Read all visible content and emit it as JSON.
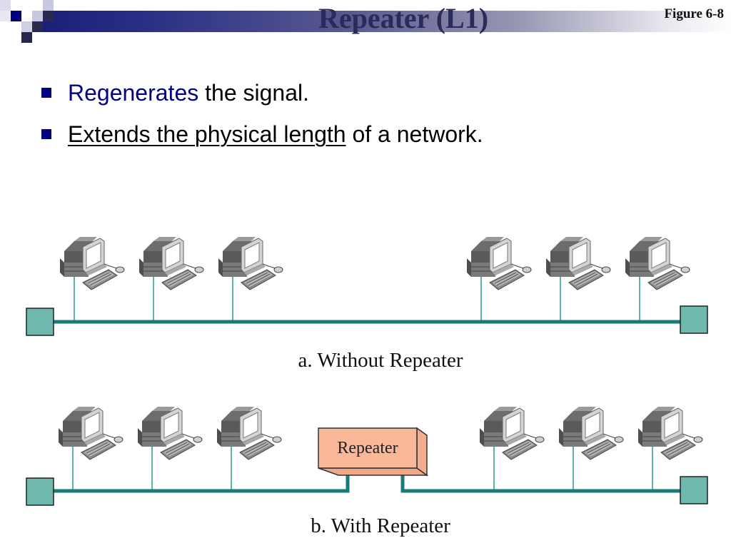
{
  "slide": {
    "title": "Repeater (L1)",
    "figure_ref": "Figure 6-8",
    "bullets": [
      {
        "highlight": "Regenerates",
        "rest": " the signal."
      },
      {
        "underlined": "Extends the physical length",
        "rest": " of a network."
      }
    ]
  },
  "colors": {
    "title": "#2b2b5a",
    "bullet_marker": "#000080",
    "highlight_text": "#000080",
    "cable": "#1a7a78",
    "drop_line": "#5fb3ad",
    "terminator_fill": "#6fb8ad",
    "repeater_fill": "#f9b89a"
  },
  "diagram": {
    "panel_a": {
      "caption": "a. Without Repeater",
      "computers": 6,
      "terminators": 2,
      "has_repeater": false
    },
    "panel_b": {
      "caption": "b. With Repeater",
      "computers": 6,
      "terminators": 2,
      "has_repeater": true,
      "repeater_label": "Repeater"
    }
  },
  "icons": {
    "computer": "desktop-computer-icon",
    "terminator": "terminator-block",
    "logo": "decorative-squares"
  }
}
